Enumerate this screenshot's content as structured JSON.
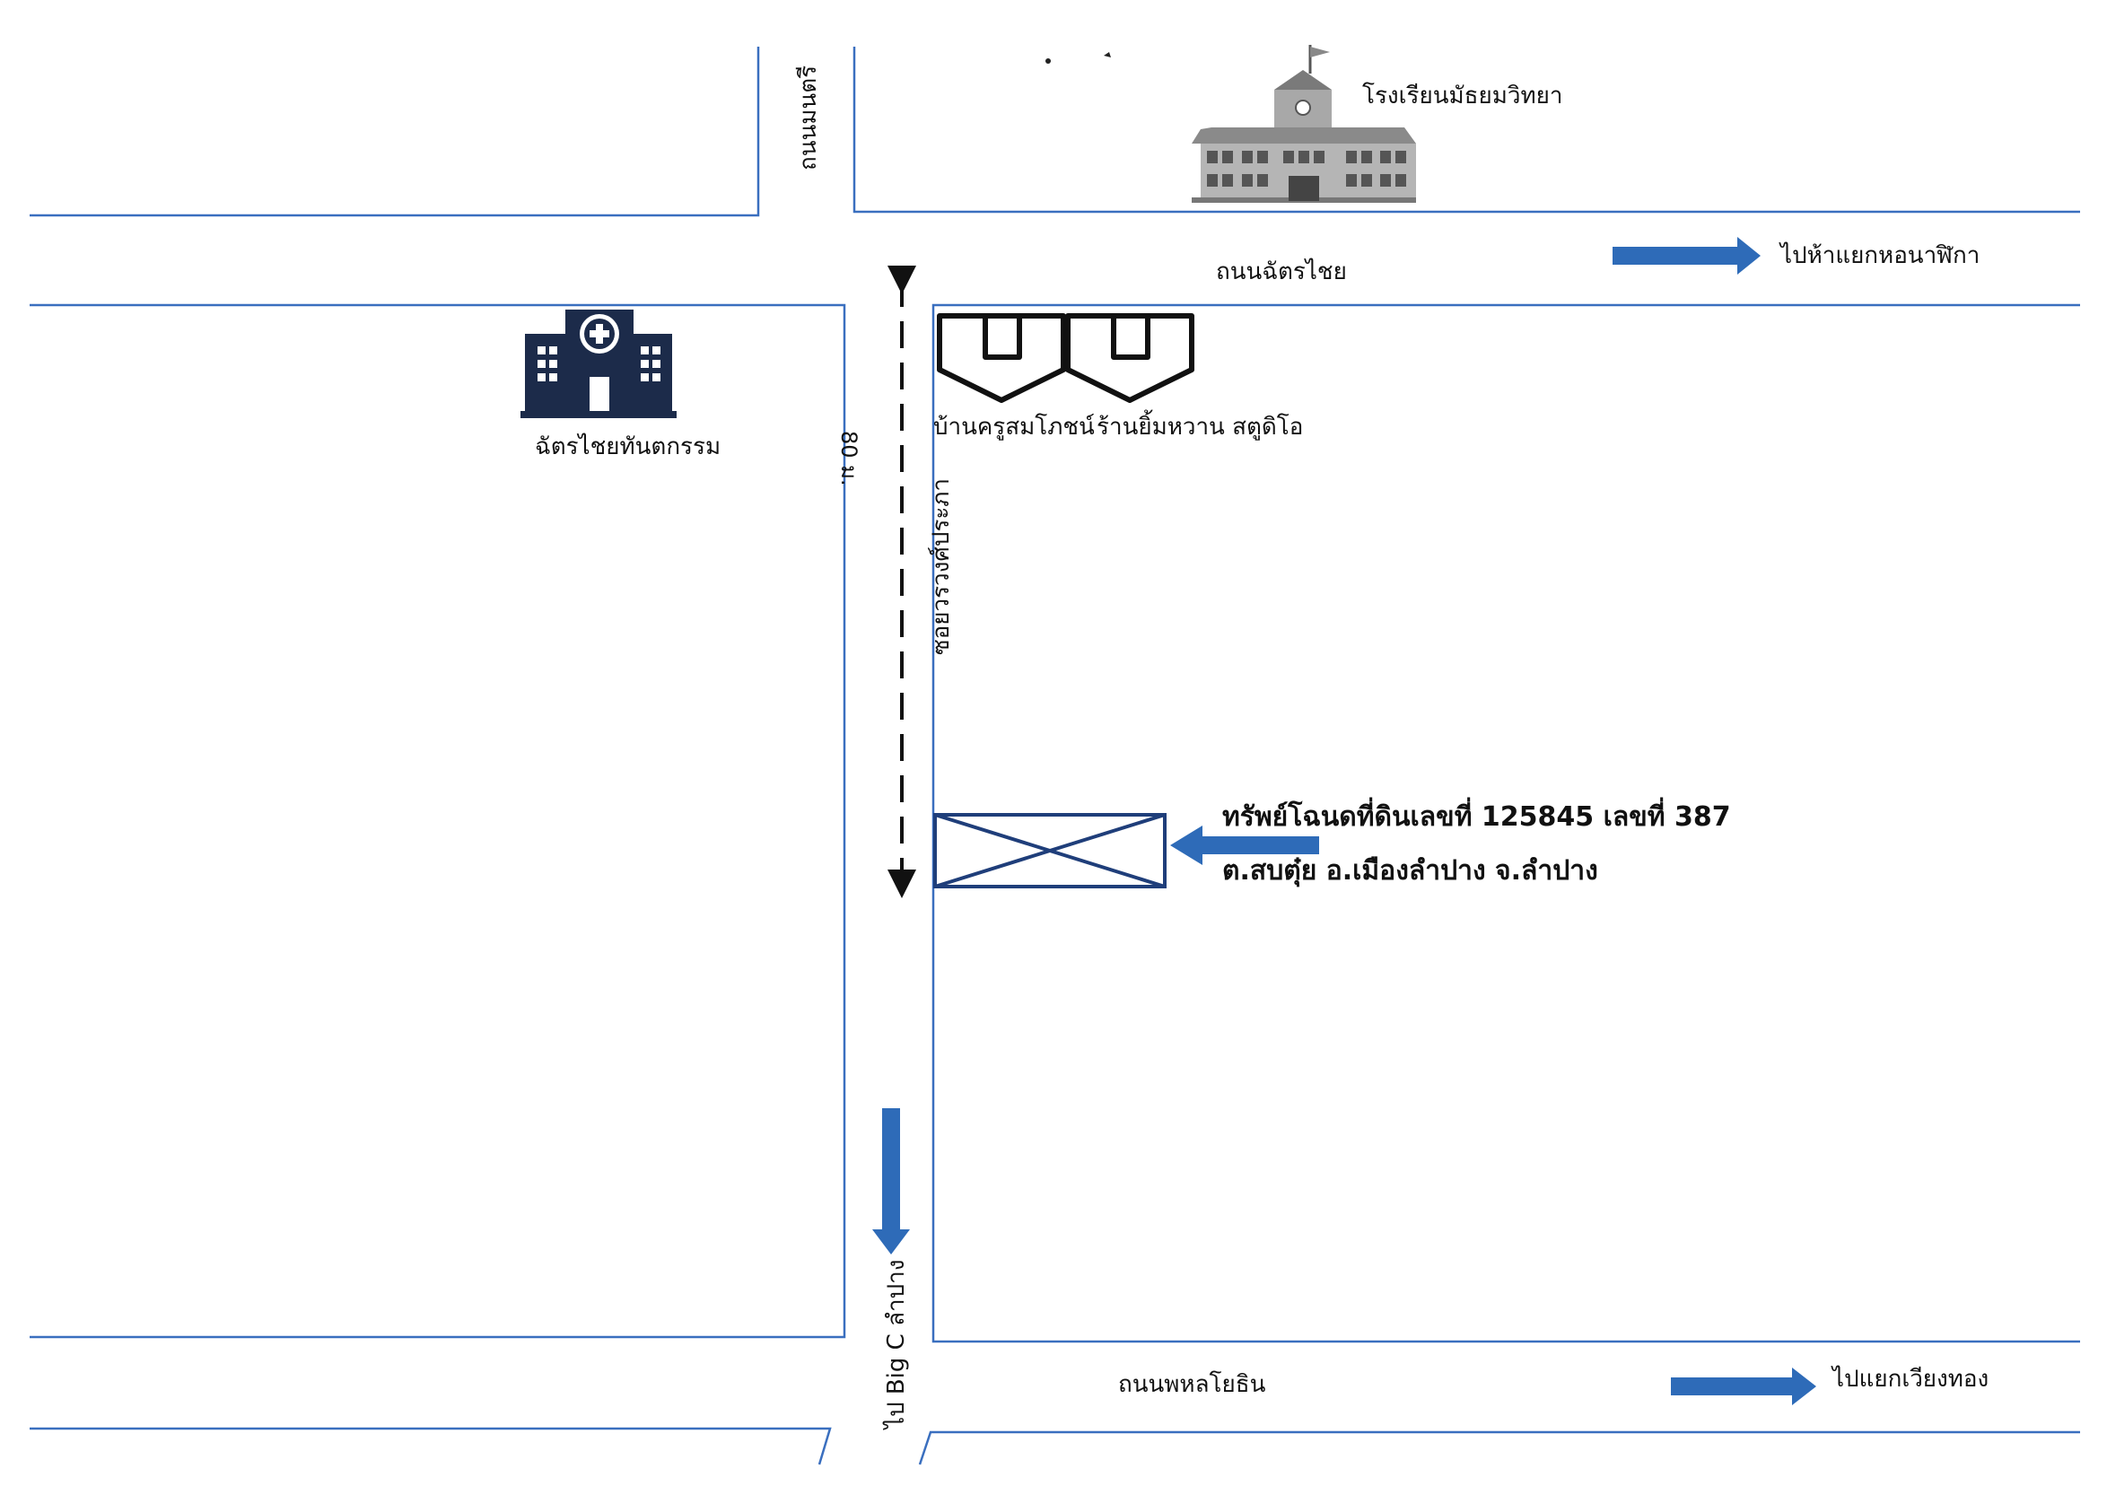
{
  "roads": {
    "manmontri": "ถนนมนตรี",
    "chattrachai": "ถนนฉัตรไชย",
    "phahonyothin": "ถนนพหลโยธิน",
    "soi": "ซอยวรวงศ์ประภา"
  },
  "landmarks": {
    "school": "โรงเรียนมัธยมวิทยา",
    "hospital": "ฉัตรไชยทันตกรรม",
    "house": "บ้านครูสมโภชน์",
    "shop": "ร้านยิ้มหวาน สตูดิโอ"
  },
  "directions": {
    "to_hor_nalika": "ไปห้าแยกหอนาฬิกา",
    "to_wiang_thong": "ไปแยกเวียงทอง",
    "to_big_c": "ไป Big C ลำปาง"
  },
  "distance": "80 ม.",
  "property": {
    "line1": "ทรัพย์โฉนดที่ดินเลขที่ 125845 เลขที่ 387",
    "line2": "ต.สบตุ๋ย อ.เมืองลำปาง จ.ลำปาง"
  },
  "colors": {
    "road_line": "#3a6fbf",
    "arrow": "#2e6bb8",
    "icon_navy": "#1c2b4a",
    "building_gray": "#9a9a9a"
  }
}
